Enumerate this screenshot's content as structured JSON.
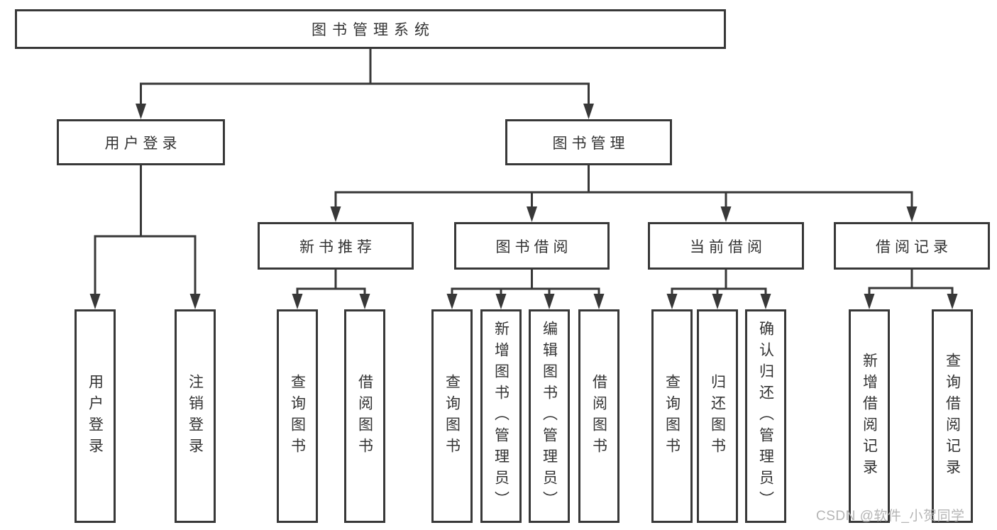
{
  "title": "图书管理系统",
  "watermark": "CSDN @软件_小贺同学",
  "colors": {
    "line": "#383838",
    "text": "#333333",
    "watermark": "#b5b5b5",
    "background": "#ffffff"
  },
  "tree": {
    "root": {
      "label": "图书管理系统",
      "children": [
        {
          "label": "用户登录",
          "children": [
            {
              "label": "用户登录"
            },
            {
              "label": "注销登录"
            }
          ]
        },
        {
          "label": "图书管理",
          "children": [
            {
              "label": "新书推荐",
              "children": [
                {
                  "label": "查询图书"
                },
                {
                  "label": "借阅图书"
                }
              ]
            },
            {
              "label": "图书借阅",
              "children": [
                {
                  "label": "查询图书"
                },
                {
                  "label": "新增图书（管理员）"
                },
                {
                  "label": "编辑图书（管理员）"
                },
                {
                  "label": "借阅图书"
                }
              ]
            },
            {
              "label": "当前借阅",
              "children": [
                {
                  "label": "查询图书"
                },
                {
                  "label": "归还图书"
                },
                {
                  "label": "确认归还（管理员）"
                }
              ]
            },
            {
              "label": "借阅记录",
              "children": [
                {
                  "label": "新增借阅记录"
                },
                {
                  "label": "查询借阅记录"
                }
              ]
            }
          ]
        }
      ]
    }
  }
}
